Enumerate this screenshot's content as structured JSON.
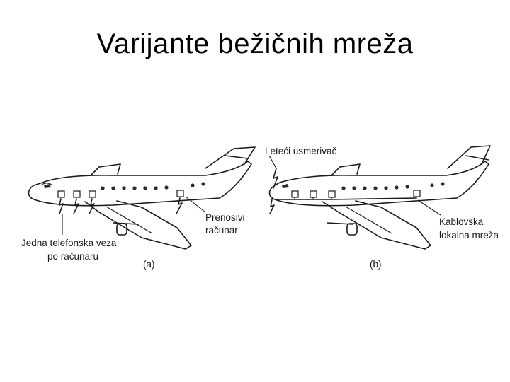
{
  "slide": {
    "title": "Varijante bežičnih mreža"
  },
  "figure": {
    "panel_a": {
      "caption": "(a)",
      "label_computer_line1": "Prenosivi",
      "label_computer_line2": "računar",
      "label_phone_line1": "Jedna telefonska veza",
      "label_phone_line2": "po računaru"
    },
    "panel_b": {
      "caption": "(b)",
      "label_router": "Leteći usmerivač",
      "label_lan_line1": "Kablovska",
      "label_lan_line2": "lokalna mreža"
    }
  }
}
